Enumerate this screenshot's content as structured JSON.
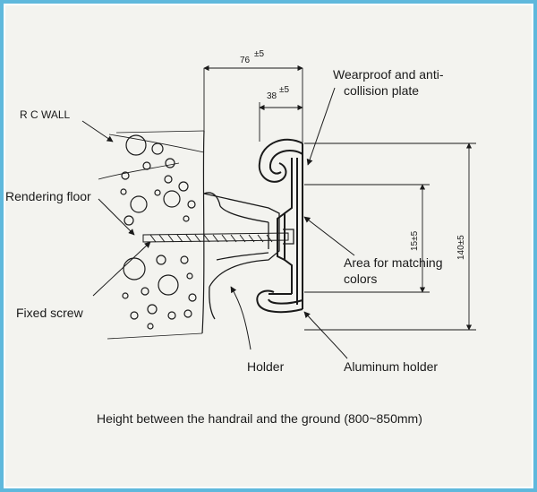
{
  "labels": {
    "rc_wall": "R C WALL",
    "rendering_floor": "Rendering floor",
    "fixed_screw": "Fixed screw",
    "holder": "Holder",
    "aluminum_holder": "Aluminum holder",
    "wearproof_line1": "Wearproof and anti-",
    "wearproof_line2": "collision plate",
    "area_line1": "Area for matching",
    "area_line2": "colors"
  },
  "dimensions": {
    "d76": "76",
    "d76_tol": "±5",
    "d38": "38",
    "d38_tol": "±5",
    "d15": "15±5",
    "d140": "140±5"
  },
  "caption": "Height between the handrail and the ground (800~850mm)",
  "colors": {
    "frame": "#5fb8dc",
    "paper": "#f3f3ef",
    "ink": "#1a1a1a"
  }
}
